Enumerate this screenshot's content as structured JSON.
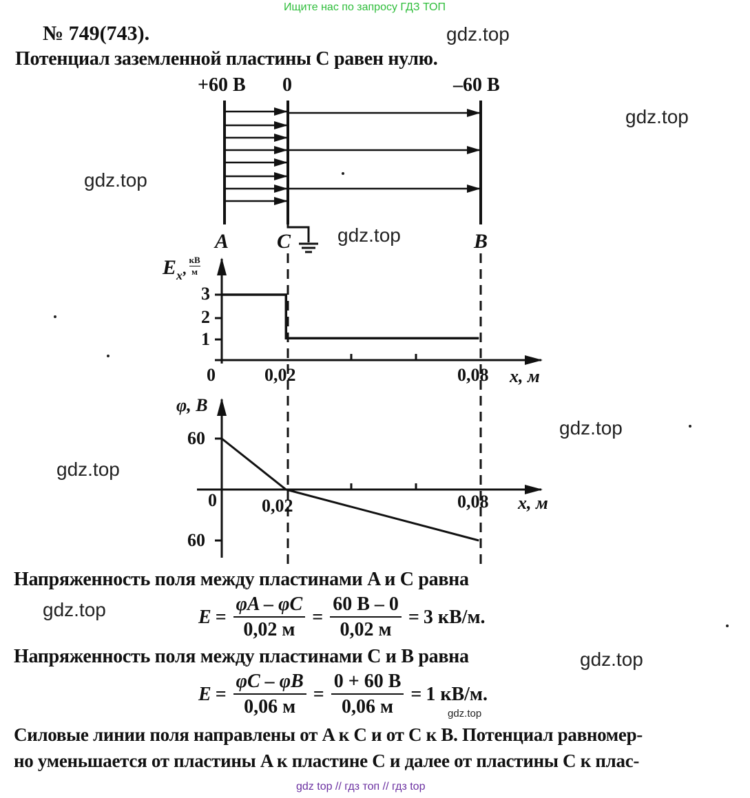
{
  "banner": "Ищите нас по запросу ГДЗ ТОП",
  "heading": "№ 749(743).",
  "watermark": "gdz.top",
  "intro": "Потенциал заземленной пластины C равен нулю.",
  "plates": {
    "top_labels": [
      "+60 В",
      "0",
      "–60 В"
    ],
    "names": [
      "A",
      "C",
      "B"
    ]
  },
  "chart_data": [
    {
      "type": "line",
      "ylabel_symbol": "E",
      "ylabel_sub": "x",
      "ylabel_unit_num": "кВ",
      "ylabel_unit_den": "м",
      "xlabel": "x, м",
      "y_ticks": [
        "3",
        "2",
        "1"
      ],
      "x_ticks": [
        "0",
        "0,02",
        "0,08"
      ],
      "x": [
        0,
        0.02,
        0.02,
        0.08
      ],
      "y": [
        3,
        3,
        1,
        1
      ]
    },
    {
      "type": "line",
      "ylabel": "φ, B",
      "xlabel": "x, м",
      "y_ticks": [
        "60",
        "0",
        "60"
      ],
      "x_ticks": [
        "0,02",
        "0,08"
      ],
      "x": [
        0,
        0.02,
        0.08
      ],
      "y": [
        60,
        0,
        -60
      ]
    }
  ],
  "text1": "Напряженность поля между пластинами A и C равна",
  "formula1": {
    "lhs": "E",
    "f1_num": "φA – φC",
    "f1_den": "0,02 м",
    "f2_num": "60 В – 0",
    "f2_den": "0,02 м",
    "result": "3 кВ/м."
  },
  "text2": "Напряженность поля между пластинами C и B равна",
  "formula2": {
    "lhs": "E",
    "f1_num": "φC – φB",
    "f1_den": "0,06 м",
    "f2_num": "0 + 60 В",
    "f2_den": "0,06 м",
    "result": "1 кВ/м."
  },
  "text3_line1": "Силовые линии поля направлены от A к C и от C к B. Потенциал равномер-",
  "text3_line2": "но уменьшается от пластины A к пластине C и далее от пластины C к плас-",
  "footer": "gdz top  //  гдз топ  //  гдз top"
}
